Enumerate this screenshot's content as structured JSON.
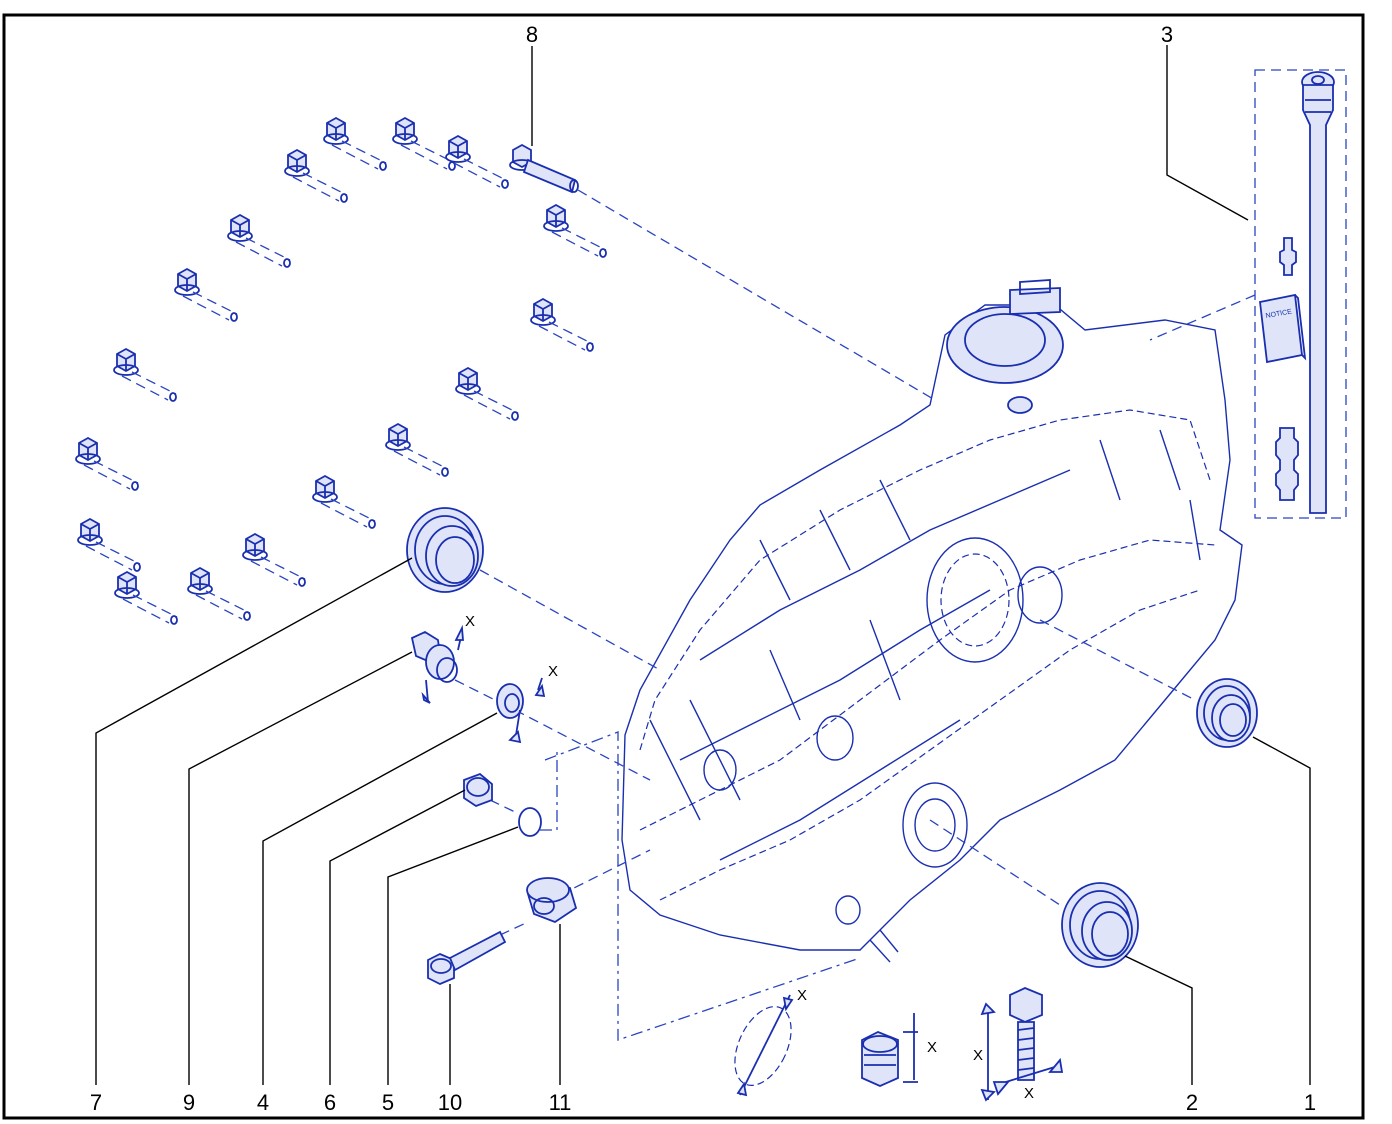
{
  "callouts": [
    {
      "id": "1",
      "label": "1"
    },
    {
      "id": "2",
      "label": "2"
    },
    {
      "id": "3",
      "label": "3"
    },
    {
      "id": "4",
      "label": "4"
    },
    {
      "id": "5",
      "label": "5"
    },
    {
      "id": "6",
      "label": "6"
    },
    {
      "id": "7",
      "label": "7"
    },
    {
      "id": "8",
      "label": "8"
    },
    {
      "id": "9",
      "label": "9"
    },
    {
      "id": "10",
      "label": "10"
    },
    {
      "id": "11",
      "label": "11"
    }
  ],
  "dimension_marks": {
    "x_label": "X"
  },
  "kit_notice_text": "NOTICE",
  "colors": {
    "line": "#1a2fb0",
    "frame": "#000000",
    "background": "#ffffff"
  }
}
